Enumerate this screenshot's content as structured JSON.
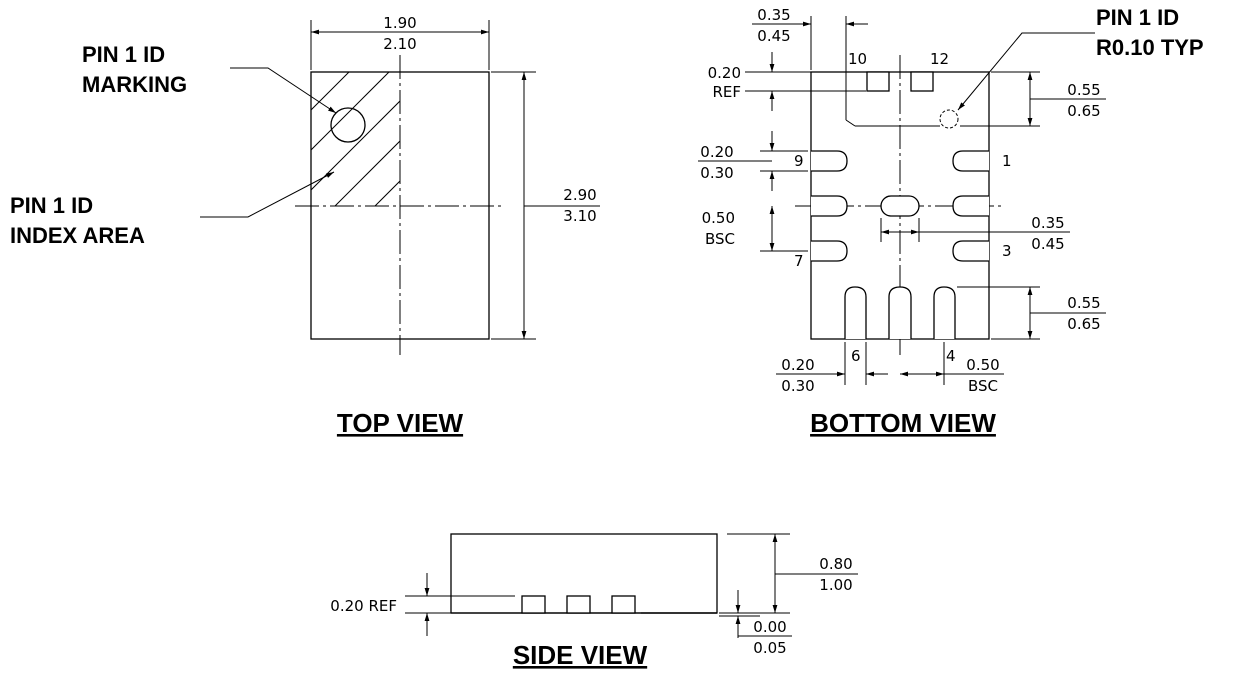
{
  "top_view": {
    "title": "TOP VIEW",
    "width_dim": {
      "min": "1.90",
      "max": "2.10"
    },
    "height_dim": {
      "min": "2.90",
      "max": "3.10"
    },
    "pin1_marking_label": [
      "PIN 1 ID",
      "MARKING"
    ],
    "pin1_index_label": [
      "PIN 1 ID",
      "INDEX AREA"
    ]
  },
  "bottom_view": {
    "title": "BOTTOM VIEW",
    "pin1_radius_label": [
      "PIN 1 ID",
      "R0.10 TYP"
    ],
    "dims": {
      "top_pad_width": {
        "min": "0.35",
        "max": "0.45"
      },
      "ref": {
        "value": "0.20",
        "note": "REF"
      },
      "corner_top": {
        "min": "0.55",
        "max": "0.65"
      },
      "side_pad_length": {
        "min": "0.20",
        "max": "0.30"
      },
      "pitch_left": {
        "value": "0.50",
        "note": "BSC"
      },
      "center_pad": {
        "min": "0.35",
        "max": "0.45"
      },
      "corner_bottom": {
        "min": "0.55",
        "max": "0.65"
      },
      "bottom_pad_width": {
        "min": "0.20",
        "max": "0.30"
      },
      "pitch_bottom": {
        "value": "0.50",
        "note": "BSC"
      }
    },
    "pin_numbers": {
      "p1": "1",
      "p3": "3",
      "p4": "4",
      "p6": "6",
      "p7": "7",
      "p9": "9",
      "p10": "10",
      "p12": "12"
    }
  },
  "side_view": {
    "title": "SIDE VIEW",
    "ref_label": "0.20 REF",
    "height_dim": {
      "min": "0.80",
      "max": "1.00"
    },
    "standoff_dim": {
      "min": "0.00",
      "max": "0.05"
    }
  }
}
